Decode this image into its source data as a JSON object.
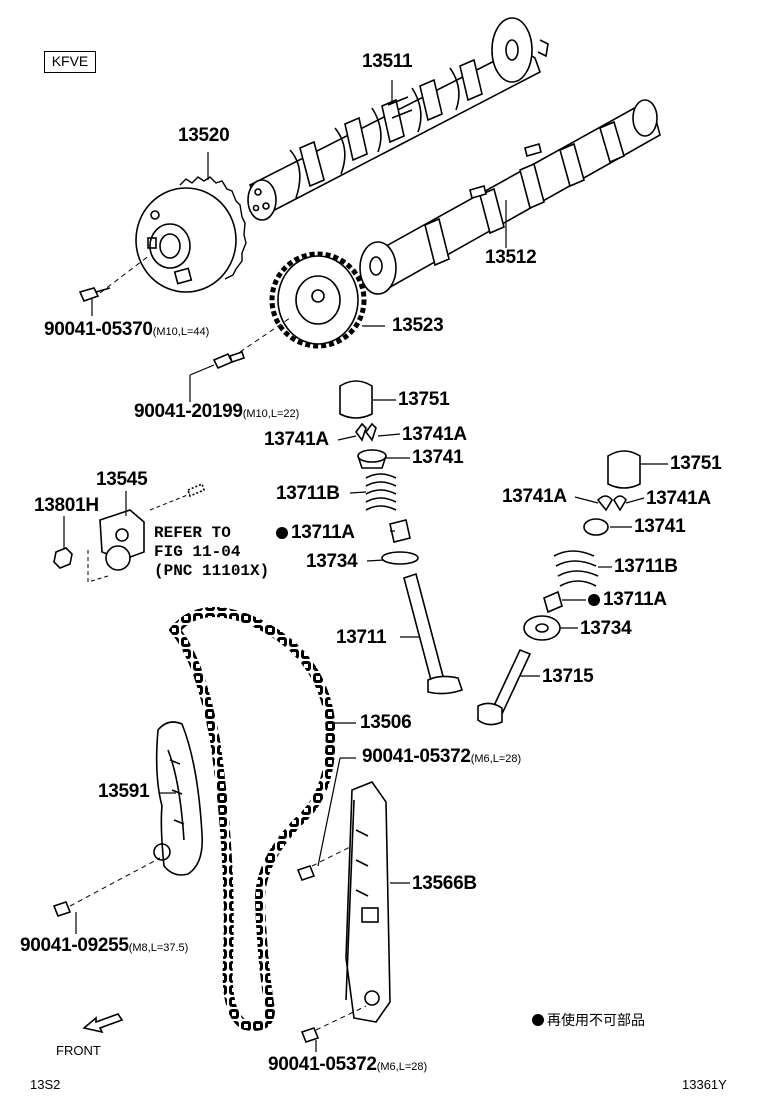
{
  "engine_code": "KFVE",
  "parts": {
    "p13511": "13511",
    "p13520": "13520",
    "p13512": "13512",
    "p13523": "13523",
    "bolt_90041_05370": "90041-05370",
    "bolt_90041_05370_spec": "(M10,L=44)",
    "bolt_90041_20199": "90041-20199",
    "bolt_90041_20199_spec": "(M10,L=22)",
    "p13751_a": "13751",
    "p13741A_a1": "13741A",
    "p13741A_a2": "13741A",
    "p13741_a": "13741",
    "p13711B_a": "13711B",
    "p13711A_a": "13711A",
    "p13734_a": "13734",
    "p13711": "13711",
    "p13751_b": "13751",
    "p13741A_b1": "13741A",
    "p13741A_b2": "13741A",
    "p13741_b": "13741",
    "p13711B_b": "13711B",
    "p13711A_b": "13711A",
    "p13734_b": "13734",
    "p13715": "13715",
    "p13545": "13545",
    "p13801H": "13801H",
    "p13506": "13506",
    "p13591": "13591",
    "p13566B": "13566B",
    "bolt_90041_05372_a": "90041-05372",
    "bolt_90041_05372_a_spec": "(M6,L=28)",
    "bolt_90041_09255": "90041-09255",
    "bolt_90041_09255_spec": "(M8,L=37.5)",
    "bolt_90041_05372_b": "90041-05372",
    "bolt_90041_05372_b_spec": "(M6,L=28)"
  },
  "refer": {
    "line1": "REFER TO",
    "line2": "FIG 11-04",
    "line3": "(PNC 11101X)"
  },
  "front_label": "FRONT",
  "legend_text": "再使用不可部品",
  "footer_left": "13S2",
  "footer_right": "13361Y"
}
